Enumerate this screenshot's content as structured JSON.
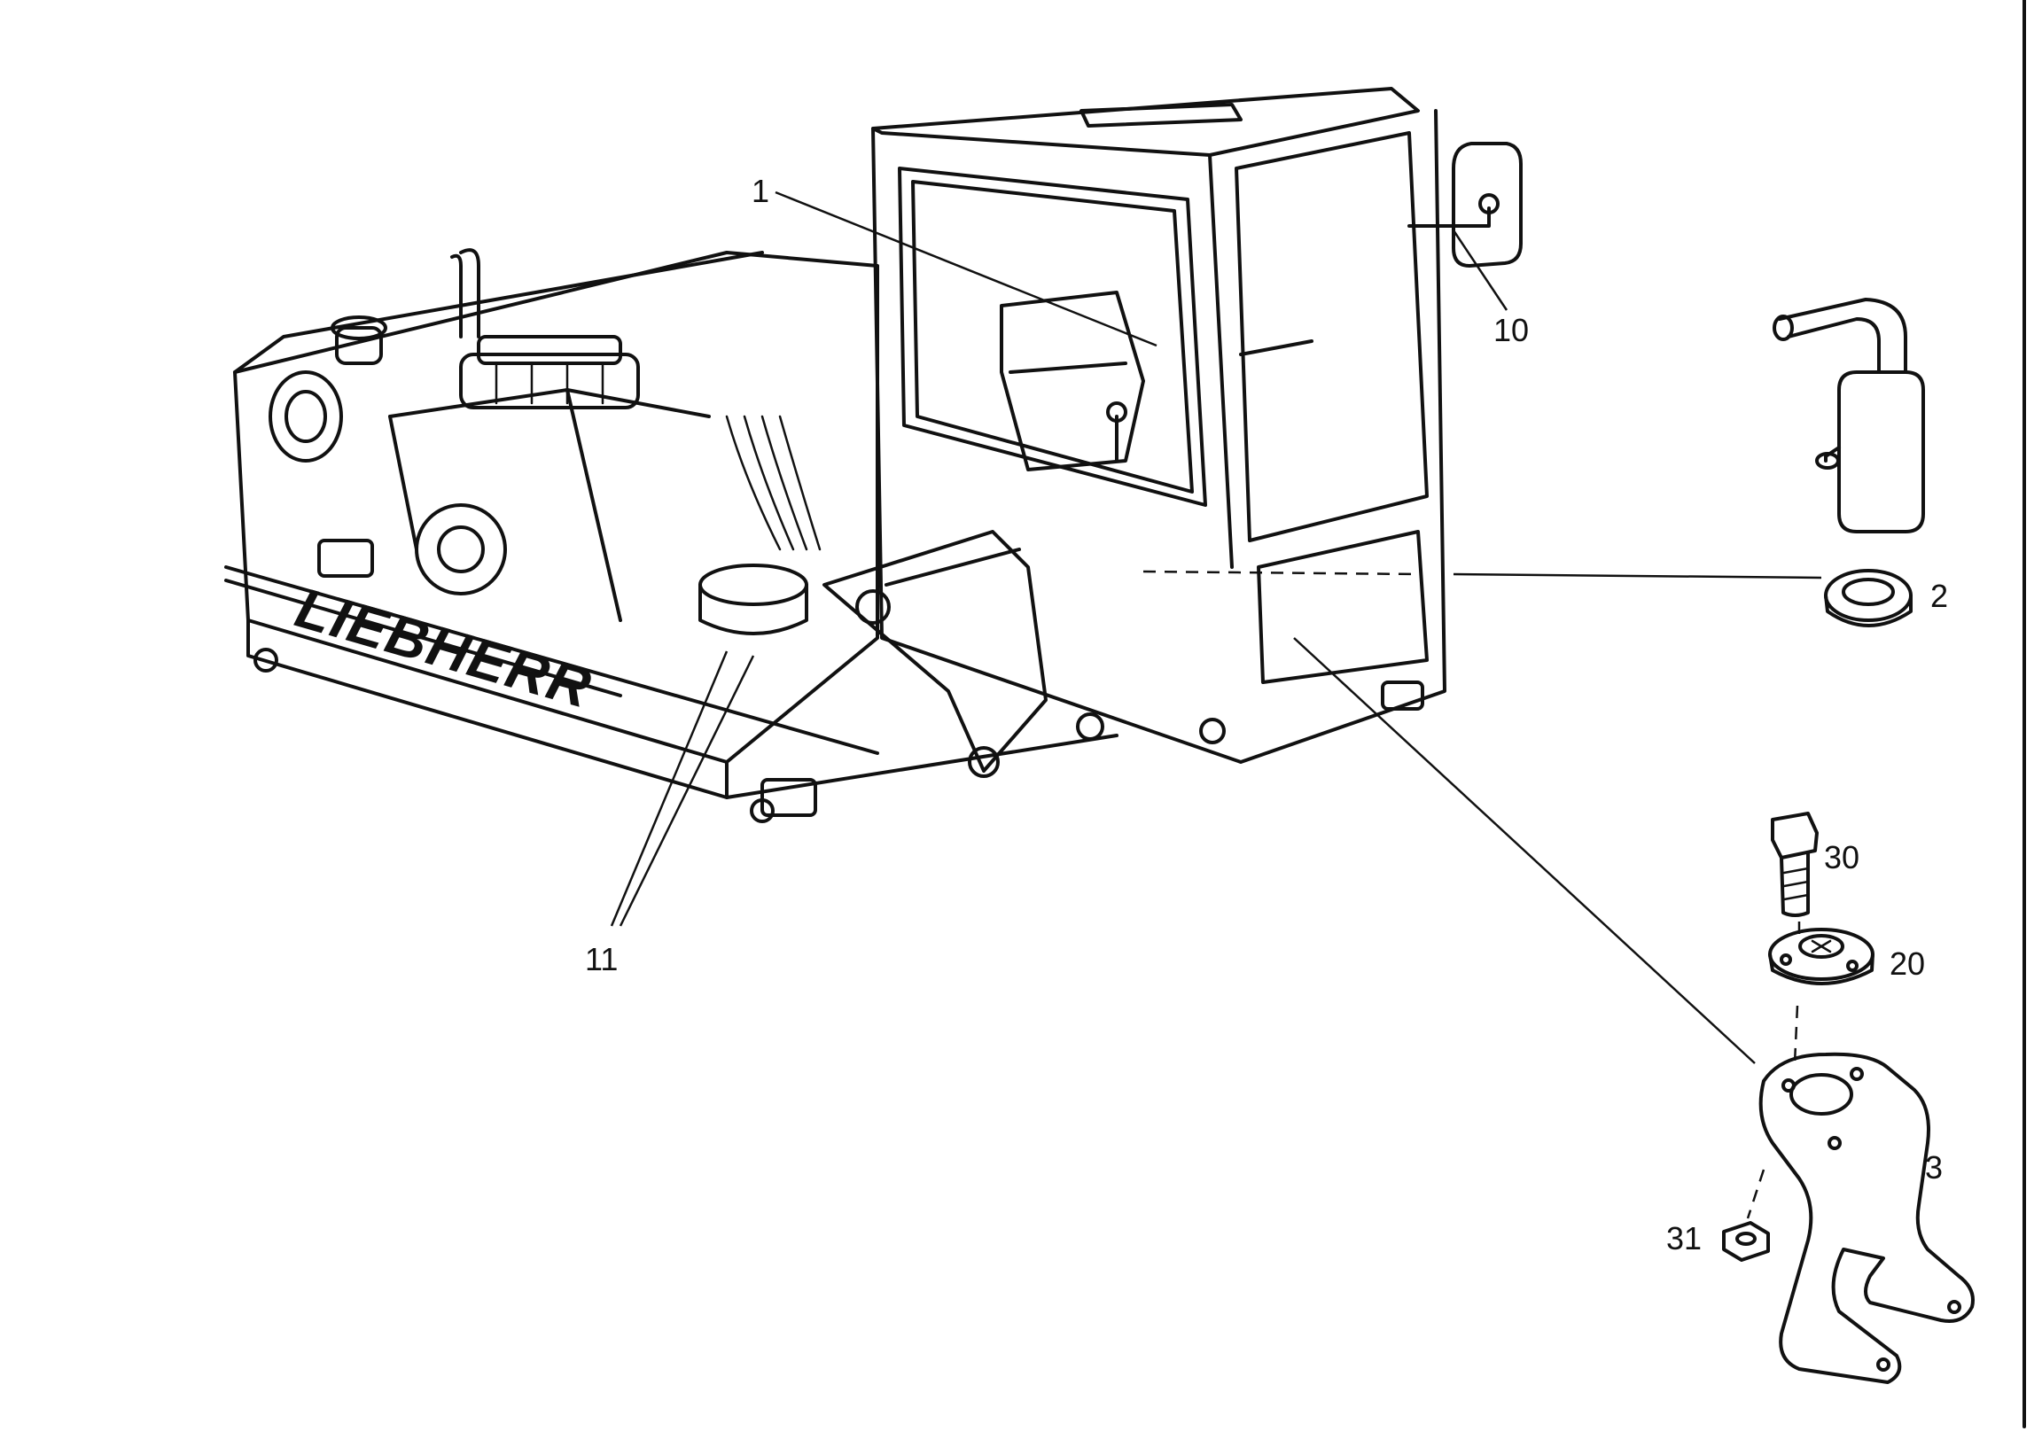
{
  "brand_text": "LIEBHERR",
  "callouts": {
    "c1": "1",
    "c2": "2",
    "c3": "3",
    "c10": "10",
    "c11": "11",
    "c20": "20",
    "c30": "30",
    "c31": "31"
  },
  "colors": {
    "ink": "#111111",
    "paper": "#ffffff"
  }
}
